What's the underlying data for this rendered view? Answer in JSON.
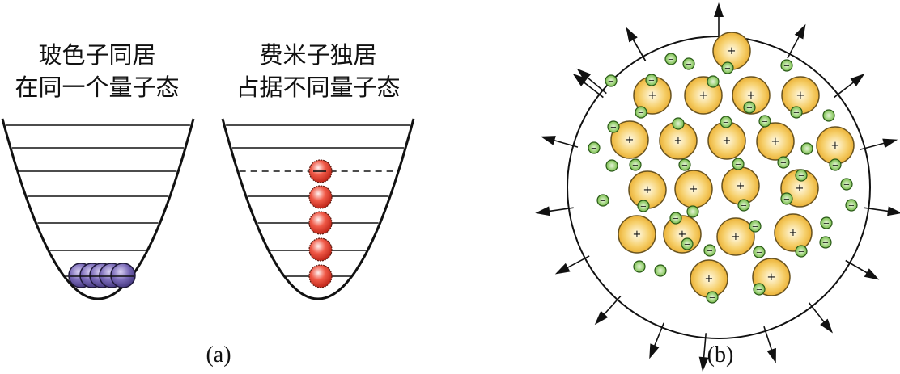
{
  "panel_a": {
    "boson_caption": [
      "玻色子同居",
      "在同一个量子态"
    ],
    "fermion_caption": [
      "费米子独居",
      "占据不同量子态"
    ],
    "label": "(a)",
    "boson_count": 5,
    "fermion_count": 5
  },
  "panel_b": {
    "label": "(b)",
    "ion_symbol": "+",
    "electron_symbol": "−"
  },
  "colors": {
    "boson": "#6a5aa8",
    "fermion": "#e8372a",
    "ion": "#f0b83c",
    "electron": "#7cc24a",
    "line": "#111111"
  }
}
